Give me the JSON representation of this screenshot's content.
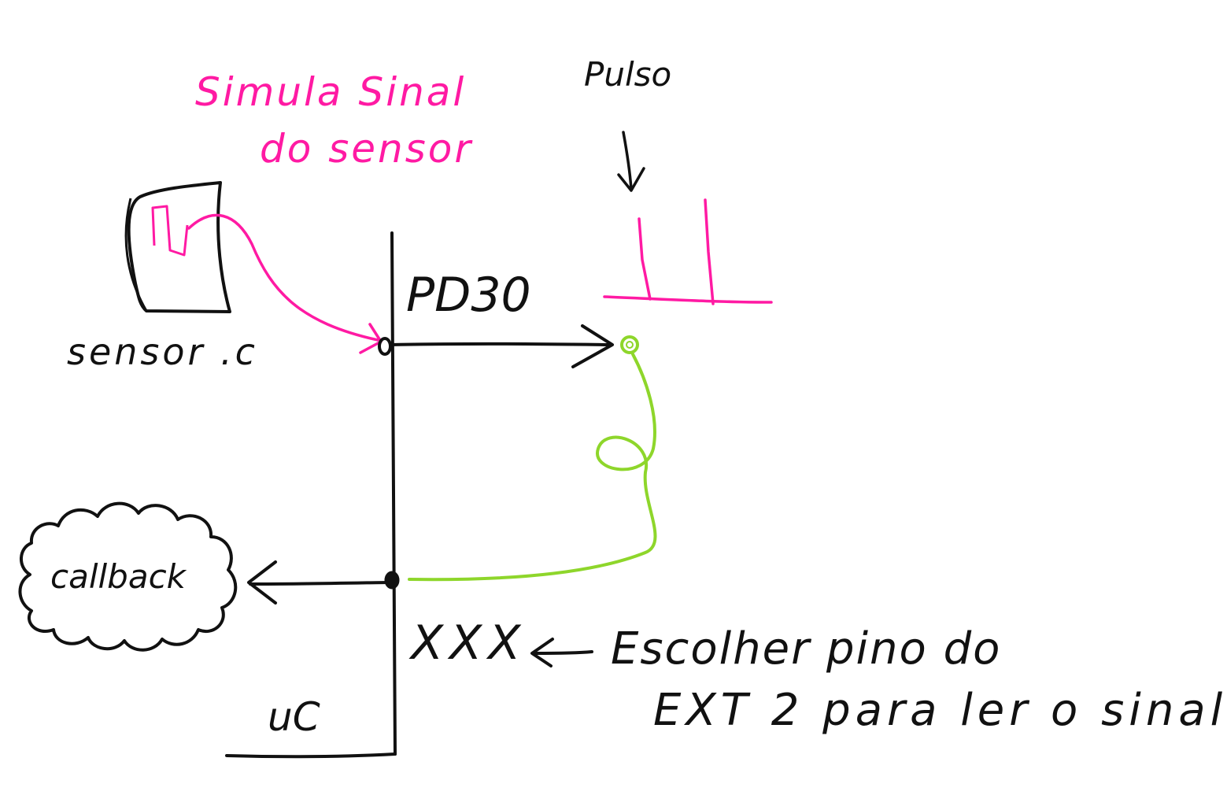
{
  "labels": {
    "simula_line1": "Simula Sinal",
    "simula_line2": "do sensor",
    "pulso": "Pulso",
    "pd30": "PD30",
    "sensor_file": "sensor .c",
    "callback": "callback",
    "xxx": "XXX",
    "escolher_line1": "Escolher pino do",
    "escolher_line2": "EXT 2 para ler o sinal",
    "uc": "uC"
  },
  "colors": {
    "ink": "#111111",
    "pink": "#ff1aa3",
    "green": "#8ed62b"
  }
}
